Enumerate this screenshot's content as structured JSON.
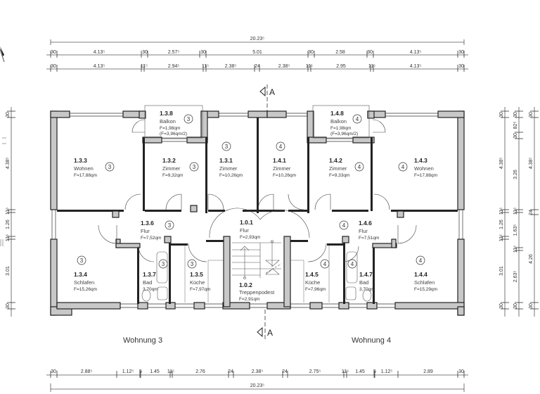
{
  "drawing": {
    "section_marker": "A",
    "apartments": [
      {
        "label": "Wohnung 3",
        "number": "3"
      },
      {
        "label": "Wohnung 4",
        "number": "4"
      }
    ],
    "rooms": {
      "r133": {
        "id": "1.3.3",
        "name": "Wohnen",
        "area": "F=17,88qm",
        "unit": "3"
      },
      "r138": {
        "id": "1.3.8",
        "name": "Balkon",
        "area": "F=1,98qm",
        "area2": "(F=3,96qm/2)",
        "unit": "3"
      },
      "r132": {
        "id": "1.3.2",
        "name": "Zimmer",
        "area": "F=9,32qm",
        "unit": "3"
      },
      "r131": {
        "id": "1.3.1",
        "name": "Zimmer",
        "area": "F=10,26qm",
        "unit": "3"
      },
      "r141": {
        "id": "1.4.1",
        "name": "Zimmer",
        "area": "F=10,26qm",
        "unit": "4"
      },
      "r148": {
        "id": "1.4.8",
        "name": "Balkon",
        "area": "F=1,98qm",
        "area2": "(F=3,96qm/2)",
        "unit": "4"
      },
      "r142": {
        "id": "1.4.2",
        "name": "Zimmer",
        "area": "F=9,33qm",
        "unit": "4"
      },
      "r143": {
        "id": "1.4.3",
        "name": "Wohnen",
        "area": "F=17,88qm",
        "unit": "4"
      },
      "r136": {
        "id": "1.3.6",
        "name": "Flur",
        "area": "F=7,52qm",
        "unit": "3"
      },
      "r101": {
        "id": "1.0.1",
        "name": "Flur",
        "area": "F=2,93qm"
      },
      "r146": {
        "id": "1.4.6",
        "name": "Flur",
        "area": "F=7,51qm",
        "unit": "4"
      },
      "r134": {
        "id": "1.3.4",
        "name": "Schlafen",
        "area": "F=15,26qm",
        "unit": "3"
      },
      "r137": {
        "id": "1.3.7",
        "name": "Bad",
        "area": "3,70qm",
        "unit": "3"
      },
      "r135": {
        "id": "1.3.5",
        "name": "Küche",
        "area": "F=7,97qm",
        "unit": "3"
      },
      "r102": {
        "id": "1.0.2",
        "name": "Treppenpodest",
        "area": "F=2,91qm"
      },
      "r145": {
        "id": "1.4.5",
        "name": "Küche",
        "area": "F=7,96qm",
        "unit": "4"
      },
      "r147": {
        "id": "1.4.7",
        "name": "Bad",
        "area": "3,70qm",
        "unit": "4"
      },
      "r144": {
        "id": "1.4.4",
        "name": "Schlafen",
        "area": "F=15,29qm",
        "unit": "4"
      }
    },
    "dimensions": {
      "top_total": "20.23⁵",
      "top_row1": [
        "30",
        "4.13⁵",
        "30",
        "2.57⁵",
        "30",
        "5.01",
        "30",
        "2.58",
        "30",
        "4.13⁵",
        "30"
      ],
      "top_row2": [
        "30",
        "4.13⁵",
        "11⁵",
        "2.94⁵",
        "11⁵",
        "2.38⁵",
        "24",
        "2.38⁵",
        "11⁵",
        "2.95",
        "11⁵",
        "4.13⁵",
        "30"
      ],
      "bottom_row": [
        "30",
        "2.88⁵",
        "1.12⁵",
        "5",
        "1.45",
        "11⁵",
        "2.76",
        "24",
        "2.38⁵",
        "24",
        "2.75⁵",
        "11⁵",
        "1.45",
        "5",
        "1.12⁵",
        "2.89",
        "30"
      ],
      "bottom_total": "20.23⁵",
      "left": [
        "30",
        "4.38⁵",
        "11⁵",
        "1.26",
        "11⁵",
        "3.01",
        "30"
      ],
      "right_col1": [
        "30",
        "4.38⁵",
        "11⁵",
        "1.26",
        "11⁵",
        "3.01",
        "30"
      ],
      "right_col2": [
        "30",
        "82⁵",
        "30",
        "3.26",
        "11⁵",
        "1.63⁵",
        "11⁵",
        "2.63⁵",
        "30"
      ],
      "right_col3": [
        "30",
        "4.38⁵",
        "24",
        "4.26",
        "30"
      ]
    }
  }
}
